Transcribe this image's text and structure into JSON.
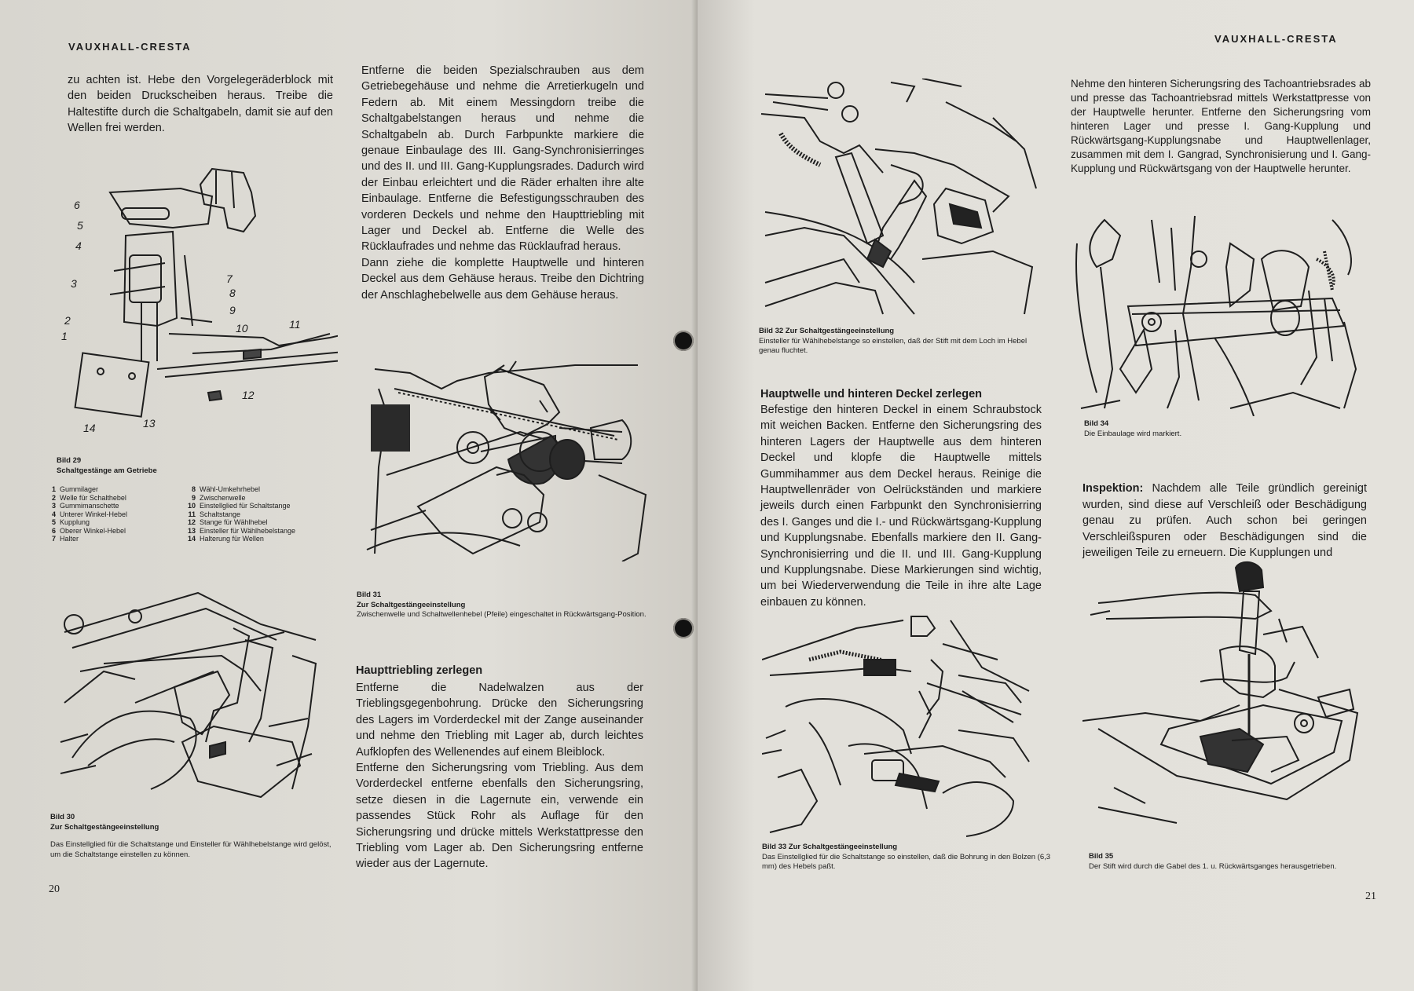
{
  "left_page": {
    "header": "VAUXHALL-CRESTA",
    "page_number": "20",
    "text_col1": "zu achten ist. Hebe den Vorgelegeräderblock mit den beiden Druckscheiben heraus. Treibe die Haltestifte durch die Schaltgabeln, damit sie auf den Wellen frei werden.",
    "text_col2": "Entferne die beiden Spezialschrauben aus dem Getriebegehäuse und nehme die Arretierkugeln und Federn ab. Mit einem Messingdorn treibe die Schaltgabelstangen heraus und nehme die Schaltgabeln ab. Durch Farbpunkte markiere die genaue Einbaulage des III. Gang-Synchronisierringes und des II. und III. Gang-Kupplungsrades. Dadurch wird der Einbau erleichtert und die Räder erhalten ihre alte Einbaulage. Entferne die Befestigungsschrauben des vorderen Deckels und nehme den Haupttriebling mit Lager und Deckel ab. Entferne die Welle des Rücklaufrades und nehme das Rücklaufrad heraus.\nDann ziehe die komplette Hauptwelle und hinteren Deckel aus dem Gehäuse heraus. Treibe den Dichtring der Anschlaghebelwelle aus dem Gehäuse heraus.",
    "fig29": {
      "number": "Bild 29",
      "title": "Schaltgestänge am Getriebe",
      "callouts": [
        "1",
        "2",
        "3",
        "4",
        "5",
        "6",
        "7",
        "8",
        "9",
        "10",
        "11",
        "12",
        "13",
        "14"
      ],
      "legend": [
        {
          "n": "1",
          "label": "Gummilager"
        },
        {
          "n": "2",
          "label": "Welle für Schalthebel"
        },
        {
          "n": "3",
          "label": "Gummimanschette"
        },
        {
          "n": "4",
          "label": "Unterer Winkel-Hebel"
        },
        {
          "n": "5",
          "label": "Kupplung"
        },
        {
          "n": "6",
          "label": "Oberer Winkel-Hebel"
        },
        {
          "n": "7",
          "label": "Halter"
        },
        {
          "n": "8",
          "label": "Wähl-Umkehrhebel"
        },
        {
          "n": "9",
          "label": "Zwischenwelle"
        },
        {
          "n": "10",
          "label": "Einstellglied für Schaltstange"
        },
        {
          "n": "11",
          "label": "Schaltstange"
        },
        {
          "n": "12",
          "label": "Stange für Wählhebel"
        },
        {
          "n": "13",
          "label": "Einsteller für Wählhebelstange"
        },
        {
          "n": "14",
          "label": "Halterung für Wellen"
        }
      ]
    },
    "fig30": {
      "number": "Bild 30",
      "title": "Zur Schaltgestängeeinstellung",
      "text": "Das Einstellglied für die Schaltstange und Einsteller für Wählhebelstange wird gelöst, um die Schaltstange einstellen zu können."
    },
    "fig31": {
      "number": "Bild 31",
      "title": "Zur Schaltgestängeeinstellung",
      "text": "Zwischenwelle und Schaltwellenhebel (Pfeile) eingeschaltet in Rückwärtsgang-Position."
    },
    "section_heading": "Haupttriebling zerlegen",
    "section_text": "Entferne die Nadelwalzen aus der Trieblingsgegenbohrung. Drücke den Sicherungsring des Lagers im Vorderdeckel mit der Zange auseinander und nehme den Triebling mit Lager ab, durch leichtes Aufklopfen des Wellenendes auf einem Bleiblock.\nEntferne den Sicherungsring vom Triebling. Aus dem Vorderdeckel entferne ebenfalls den Sicherungsring, setze diesen in die Lagernute ein, verwende ein passendes Stück Rohr als Auflage für den Sicherungsring und drücke mittels Werkstattpresse den Triebling vom Lager ab. Den Sicherungsring entferne wieder aus der Lagernute."
  },
  "right_page": {
    "header": "VAUXHALL-CRESTA",
    "page_number": "21",
    "fig32": {
      "number": "Bild 32",
      "title": "Zur Schaltgestängeeinstellung",
      "text": "Einsteller für Wählhebelstange so einstellen, daß der Stift mit dem Loch im Hebel genau fluchtet."
    },
    "section_heading": "Hauptwelle und hinteren Deckel zerlegen",
    "section_text": "Befestige den hinteren Deckel in einem Schraubstock mit weichen Backen. Entferne den Sicherungsring des hinteren Lagers der Hauptwelle aus dem hinteren Deckel und klopfe die Hauptwelle mittels Gummihammer aus dem Deckel heraus. Reinige die Hauptwellenräder von Oelrückständen und markiere jeweils durch einen Farbpunkt den Synchronisierring des I. Ganges und die I.- und Rückwärtsgang-Kupplung und Kupplungsnabe. Ebenfalls markiere den II. Gang-Synchronisierring und die II. und III. Gang-Kupplung und Kupplungsnabe. Diese Markierungen sind wichtig, um bei Wiederverwendung die Teile in ihre alte Lage einbauen zu können.",
    "fig33": {
      "number": "Bild 33",
      "title": "Zur Schaltgestängeeinstellung",
      "text": "Das Einstellglied für die Schaltstange so einstellen, daß die Bohrung in den Bolzen (6,3 mm) des Hebels paßt."
    },
    "text_col2_top": "Nehme den hinteren Sicherungsring des Tachoantriebsrades ab und presse das Tachoantriebsrad mittels Werkstattpresse von der Hauptwelle herunter. Entferne den Sicherungsring vom hinteren Lager und presse I. Gang-Kupplung und Rückwärtsgang-Kupplungsnabe und Hauptwellenlager, zusammen mit dem I. Gangrad, Synchronisierung und I. Gang-Kupplung und Rückwärtsgang von der Hauptwelle herunter.",
    "fig34": {
      "number": "Bild 34",
      "text": "Die Einbaulage wird markiert."
    },
    "inspection_label": "Inspektion:",
    "inspection_text": " Nachdem alle Teile gründlich gereinigt wurden, sind diese auf Verschleiß oder Beschädigung genau zu prüfen. Auch schon bei geringen Verschleißspuren oder Beschädigungen sind die jeweiligen Teile zu erneuern. Die Kupplungen und",
    "fig35": {
      "number": "Bild 35",
      "text": "Der Stift wird durch die Gabel des 1. u. Rückwärtsganges herausgetrieben."
    }
  }
}
